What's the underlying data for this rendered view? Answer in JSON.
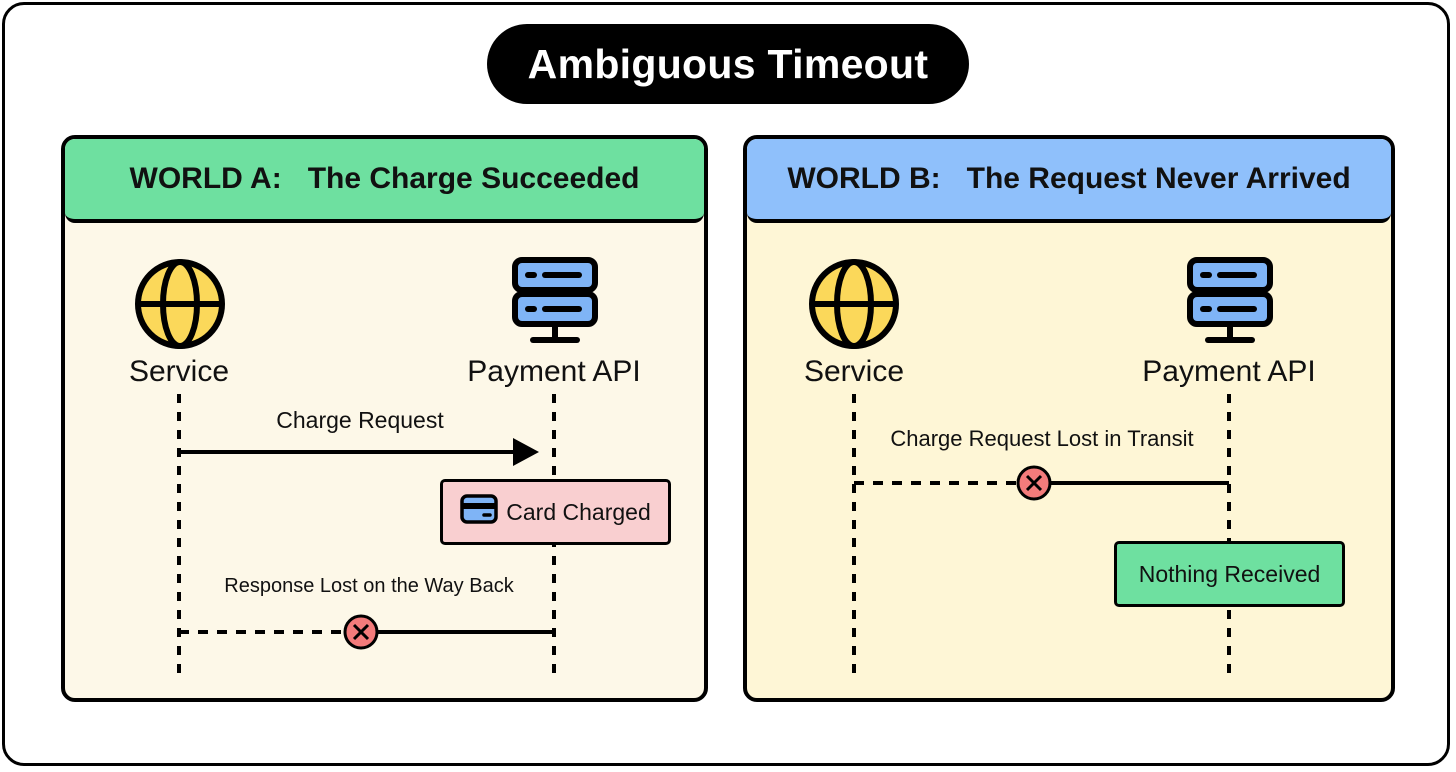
{
  "title": "Ambiguous Timeout",
  "world_a": {
    "world": "WORLD A:",
    "heading": "The Charge Succeeded",
    "client_label": "Service",
    "server_label": "Payment API",
    "request_label": "Charge Request",
    "status_badge": "Card Charged",
    "response_label": "Response Lost on the Way Back"
  },
  "world_b": {
    "world": "WORLD B:",
    "heading": "The Request Never Arrived",
    "client_label": "Service",
    "server_label": "Payment API",
    "request_label": "Charge Request Lost in Transit",
    "status_badge": "Nothing Received"
  },
  "colors": {
    "world_a_header": "#6ee0a0",
    "world_b_header": "#8fc0fb",
    "globe": "#fbd85a",
    "server": "#7fb4f6",
    "card_charged_badge": "#f9cfd0",
    "nothing_received_badge": "#6ee0a0",
    "lost_marker": "#f37b7b"
  },
  "icons": {
    "client": "globe-icon",
    "server": "server-icon",
    "card": "credit-card-icon",
    "lost": "x-circle-icon"
  }
}
